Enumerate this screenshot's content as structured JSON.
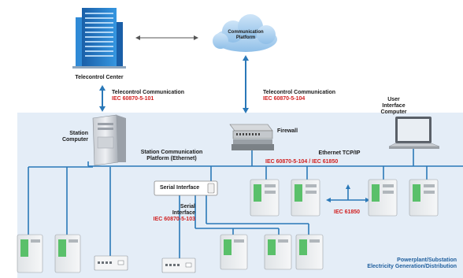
{
  "nodes": {
    "telecontrol_center": {
      "label": "Telecontrol Center"
    },
    "communication_platform": {
      "line1": "Communication",
      "line2": "Platform"
    },
    "station_computer": {
      "line1": "Station",
      "line2": "Computer"
    },
    "firewall": {
      "label": "Firewall"
    },
    "user_interface_computer": {
      "line1": "User",
      "line2": "Interface",
      "line3": "Computer"
    },
    "serial_interface_box": {
      "label": "Serial Interface"
    }
  },
  "links": {
    "telecontrol_left": {
      "title": "Telecontrol Communication",
      "standard": "IEC 60870-5-101"
    },
    "telecontrol_right": {
      "title": "Telecontrol Communication",
      "standard": "IEC 60870-5-104"
    },
    "station_platform": {
      "line1": "Station Communication",
      "line2": "Platform (Ethernet)"
    },
    "ethernet": {
      "title": "Ethernet TCP/IP",
      "standard": "IEC 60870-5-104 / IEC 61850"
    },
    "serial": {
      "line1": "Serial",
      "line2": "Interface",
      "standard": "IEC 60870-5-103"
    },
    "iec61850": {
      "label": "IEC 61850"
    }
  },
  "footer": {
    "line1": "Powerplant/Substation",
    "line2": "Electricity Generation/Distribution"
  },
  "colors": {
    "panel": "#e4edf7",
    "link": "#2a78b8",
    "red": "#d12020",
    "building": "#1e78c8",
    "cloud": "#9ec7ec"
  }
}
